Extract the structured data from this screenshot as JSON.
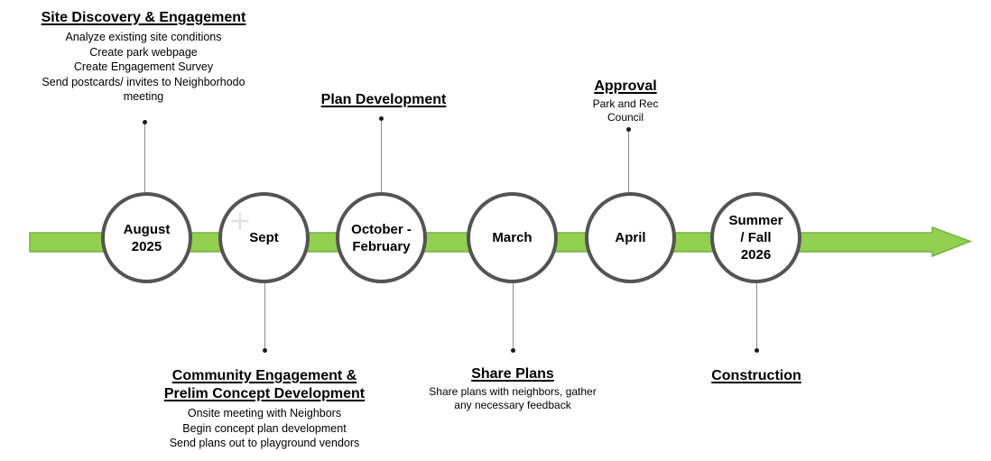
{
  "diagram": {
    "type": "timeline",
    "colors": {
      "arrow_fill": "#92D050",
      "arrow_stroke": "#76B041",
      "circle_border": "#545454",
      "connector_line": "#8c8c8c",
      "text": "#000000"
    },
    "milestones": [
      {
        "id": "august-2025",
        "lines": [
          "August",
          "2025"
        ]
      },
      {
        "id": "sept",
        "lines": [
          "Sept"
        ]
      },
      {
        "id": "october-february",
        "lines": [
          "October -",
          "February"
        ]
      },
      {
        "id": "march",
        "lines": [
          "March"
        ]
      },
      {
        "id": "april",
        "lines": [
          "April"
        ]
      },
      {
        "id": "summer-fall-2026",
        "lines": [
          "Summer",
          "/ Fall",
          "2026"
        ]
      }
    ],
    "callouts_top": [
      {
        "title": "Site Discovery & Engagement",
        "details": [
          "Analyze existing site conditions",
          "Create park webpage",
          "Create Engagement Survey",
          "Send postcards/ invites to Neighborhodo",
          "meeting"
        ]
      },
      {
        "title": "Plan Development",
        "details": []
      },
      {
        "title": "Approval",
        "details": [
          "Park and Rec",
          "Council"
        ]
      }
    ],
    "callouts_bottom": [
      {
        "title_lines": [
          "Community Engagement &",
          "Prelim Concept Development"
        ],
        "details": [
          "Onsite meeting with Neighbors",
          "Begin concept plan development",
          "Send plans out to playground vendors"
        ]
      },
      {
        "title": "Share Plans",
        "details": [
          "Share plans with neighbors, gather",
          "any necessary feedback"
        ]
      },
      {
        "title": "Construction",
        "details": []
      }
    ]
  }
}
